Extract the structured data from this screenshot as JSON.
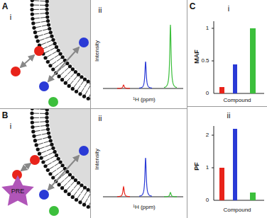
{
  "diagram": {
    "nodes": [
      {
        "text": [
          "PRE"
        ]
      }
    ],
    "labels": [
      "A",
      "i",
      "ii",
      "Intensity",
      "¹H (ppm)",
      "B",
      "i",
      "ii",
      "Intensity",
      "¹H (ppm)",
      "C",
      "i",
      "MAF",
      "1",
      "0.5",
      "0",
      "Compound",
      "ii",
      "PF",
      "2",
      "1",
      "0",
      "Compound"
    ]
  }
}
